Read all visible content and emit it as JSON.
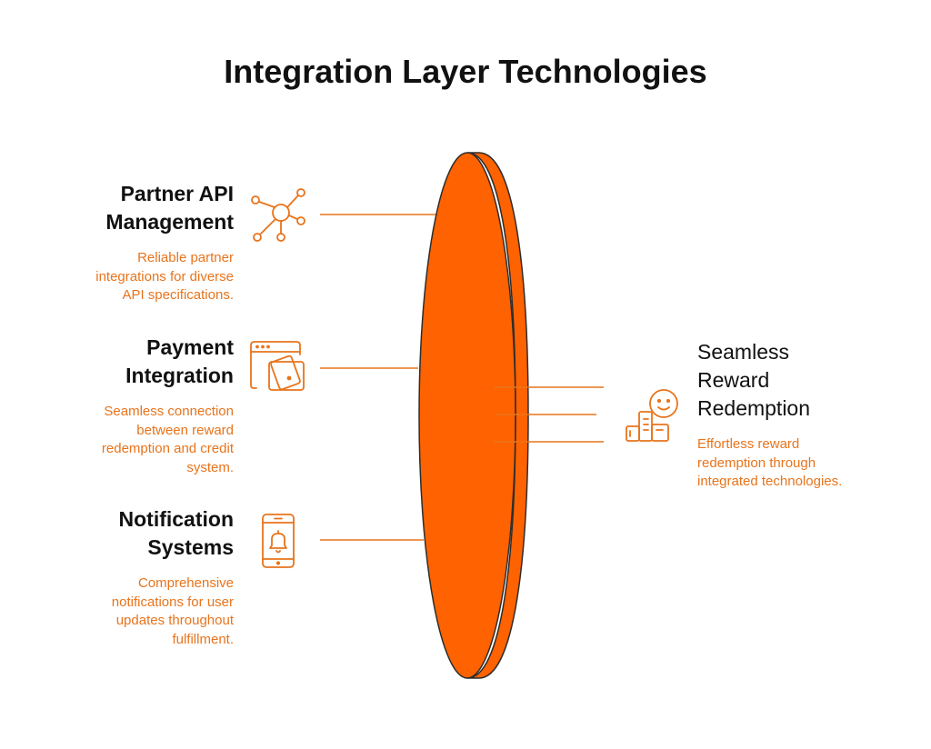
{
  "title": "Integration Layer Technologies",
  "inputs": [
    {
      "title_lines": [
        "Partner API",
        "Management"
      ],
      "description_lines": [
        "Reliable partner",
        "integrations for diverse",
        "API specifications."
      ],
      "icon": "network-hub-icon"
    },
    {
      "title_lines": [
        "Payment",
        "Integration"
      ],
      "description_lines": [
        "Seamless connection",
        "between reward",
        "redemption and credit",
        "system."
      ],
      "icon": "payment-window-icon"
    },
    {
      "title_lines": [
        "Notification",
        "Systems"
      ],
      "description_lines": [
        "Comprehensive",
        "notifications for user",
        "updates throughout",
        "fulfillment."
      ],
      "icon": "phone-bell-icon"
    }
  ],
  "output": {
    "title_lines": [
      "Seamless",
      "Reward",
      "Redemption"
    ],
    "description_lines": [
      "Effortless reward",
      "redemption through",
      "integrated technologies."
    ],
    "icon": "smiling-customer-icon"
  },
  "colors": {
    "lens": "#ff6200",
    "lens_edge": "#2d2d2d",
    "accent": "#e8741c",
    "text": "#111111"
  }
}
